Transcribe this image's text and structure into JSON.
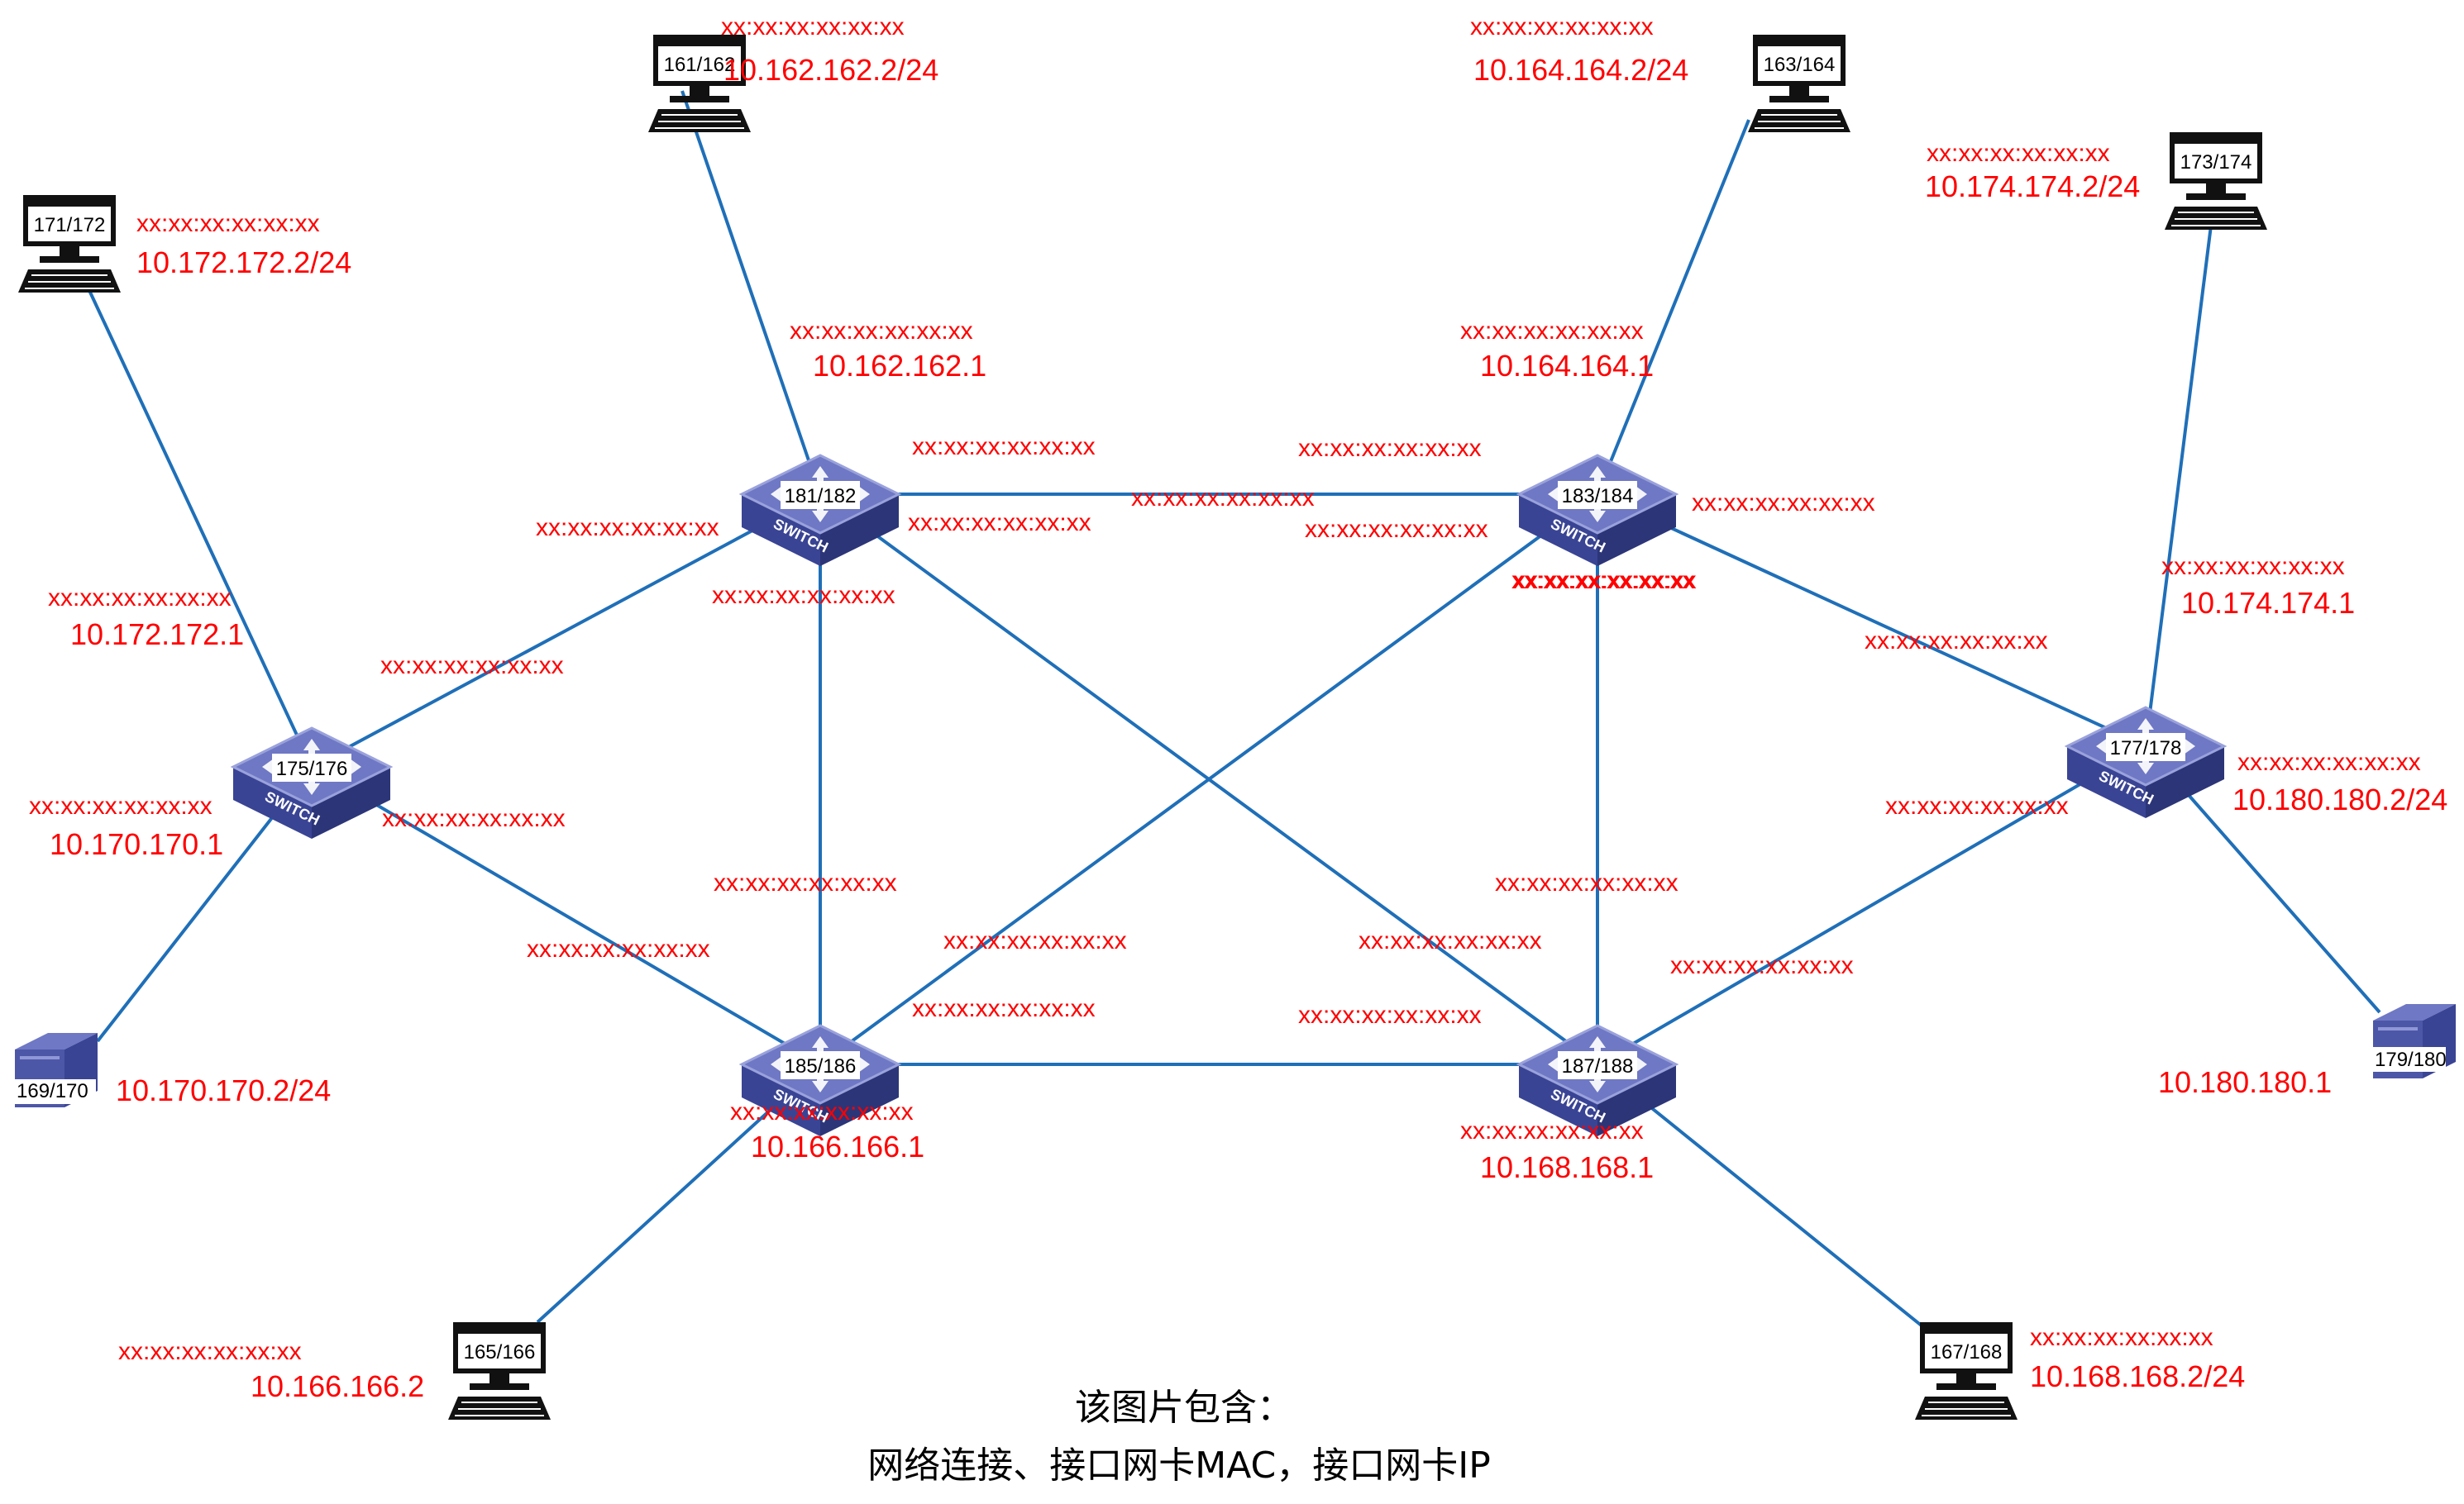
{
  "colors": {
    "link": "#1f6fb8",
    "label": "#ff0000",
    "switch_top": "#6f78c4",
    "switch_side": "#3a4494",
    "switch_front": "#4d57a8",
    "device": "#1a1a1a"
  },
  "switches": [
    {
      "id": "sw181",
      "label": "181/182",
      "brand": "SWITCH",
      "icon": "switch-icon"
    },
    {
      "id": "sw183",
      "label": "183/184",
      "brand": "SWITCH",
      "icon": "switch-icon"
    },
    {
      "id": "sw175",
      "label": "175/176",
      "brand": "SWITCH",
      "icon": "switch-icon"
    },
    {
      "id": "sw177",
      "label": "177/178",
      "brand": "SWITCH",
      "icon": "switch-icon"
    },
    {
      "id": "sw185",
      "label": "185/186",
      "brand": "SWITCH",
      "icon": "switch-icon"
    },
    {
      "id": "sw187",
      "label": "187/188",
      "brand": "SWITCH",
      "icon": "switch-icon"
    }
  ],
  "hosts": [
    {
      "id": "h161",
      "label": "161/162",
      "icon": "computer-icon"
    },
    {
      "id": "h163",
      "label": "163/164",
      "icon": "computer-icon"
    },
    {
      "id": "h171",
      "label": "171/172",
      "icon": "computer-icon"
    },
    {
      "id": "h173",
      "label": "173/174",
      "icon": "computer-icon"
    },
    {
      "id": "h165",
      "label": "165/166",
      "icon": "computer-icon"
    },
    {
      "id": "h167",
      "label": "167/168",
      "icon": "computer-icon"
    },
    {
      "id": "s169",
      "label": "169/170",
      "icon": "server-icon"
    },
    {
      "id": "s179",
      "label": "179/180",
      "icon": "server-icon"
    }
  ],
  "links": [
    [
      "h161",
      "sw181"
    ],
    [
      "h163",
      "sw183"
    ],
    [
      "h171",
      "sw175"
    ],
    [
      "h173",
      "sw177"
    ],
    [
      "h165",
      "sw185"
    ],
    [
      "h167",
      "sw187"
    ],
    [
      "s169",
      "sw175"
    ],
    [
      "s179",
      "sw177"
    ],
    [
      "sw181",
      "sw183"
    ],
    [
      "sw185",
      "sw187"
    ],
    [
      "sw181",
      "sw185"
    ],
    [
      "sw183",
      "sw187"
    ],
    [
      "sw181",
      "sw187"
    ],
    [
      "sw183",
      "sw185"
    ],
    [
      "sw175",
      "sw181"
    ],
    [
      "sw175",
      "sw185"
    ],
    [
      "sw183",
      "sw177"
    ],
    [
      "sw187",
      "sw177"
    ]
  ],
  "mac_labels": [
    "xx:xx:xx:xx:xx:xx",
    "xx:xx:xx:xx:xx:xx",
    "xx:xx:xx:xx:xx:xx",
    "xx:xx:xx:xx:xx:xx",
    "xx:xx:xx:xx:xx:xx",
    "xx:xx:xx:xx:xx:xx",
    "xx:xx:xx:xx:xx:xx",
    "xx:xx:xx:xx:xx:xx",
    "xx:xx:xx:xx:xx:xx",
    "xx:xx:xx:xx:xx:xx",
    "xx:xx:xx:xx:xx:xx",
    "xx:xx:xx:xx:xx:xx",
    "xx:xx:xx:xx:xx:xx",
    "xx:xx:xx:xx:xx:xx",
    "xx:xx:xx:xx:xx:xx",
    "xx:xx:xx:xx:xx:xx",
    "xx:xx:xx:xx:xx:xx",
    "xx:xx:xx:xx:xx:xx",
    "xx:xx:xx:xx:xx:xx",
    "xx:xx:xx:xx:xx:xx",
    "xx:xx:xx:xx:xx:xx",
    "xx:xx:xx:xx:xx:xx",
    "xx:xx:xx:xx:xx:xx",
    "xx:xx:xx:xx:xx:xx",
    "xx:xx:xx:xx:xx:xx",
    "xx:xx:xx:xx:xx:xx",
    "xx:xx:xx:xx:xx:xx",
    "xx:xx:xx:xx:xx:xx",
    "xx:xx:xx:xx:xx:xx",
    "xx:xx:xx:xx:xx:xx",
    "xx:xx:xx:xx:xx:xx",
    "xx:xx:xx:xx:xx:xx",
    "xx:xx:xx:xx:xx:xx",
    "xx:xx:xx:xx:xx:xx",
    "xx:xx:xx:xx:xx:xx",
    "xx:xx:xx:xx:xx:xx"
  ],
  "ip_labels": [
    "10.162.162.2/24",
    "10.164.164.2/24",
    "10.172.172.2/24",
    "10.174.174.2/24",
    "10.162.162.1",
    "10.164.164.1",
    "10.172.172.1",
    "10.174.174.1",
    "10.170.170.1",
    "10.180.180.2/24",
    "10.170.170.2/24",
    "10.180.180.1",
    "10.166.166.1",
    "10.168.168.1",
    "10.166.166.2",
    "10.168.168.2/24"
  ],
  "caption": {
    "line1": "该图片包含：",
    "line2": "网络连接、接口网卡MAC，接口网卡IP"
  }
}
